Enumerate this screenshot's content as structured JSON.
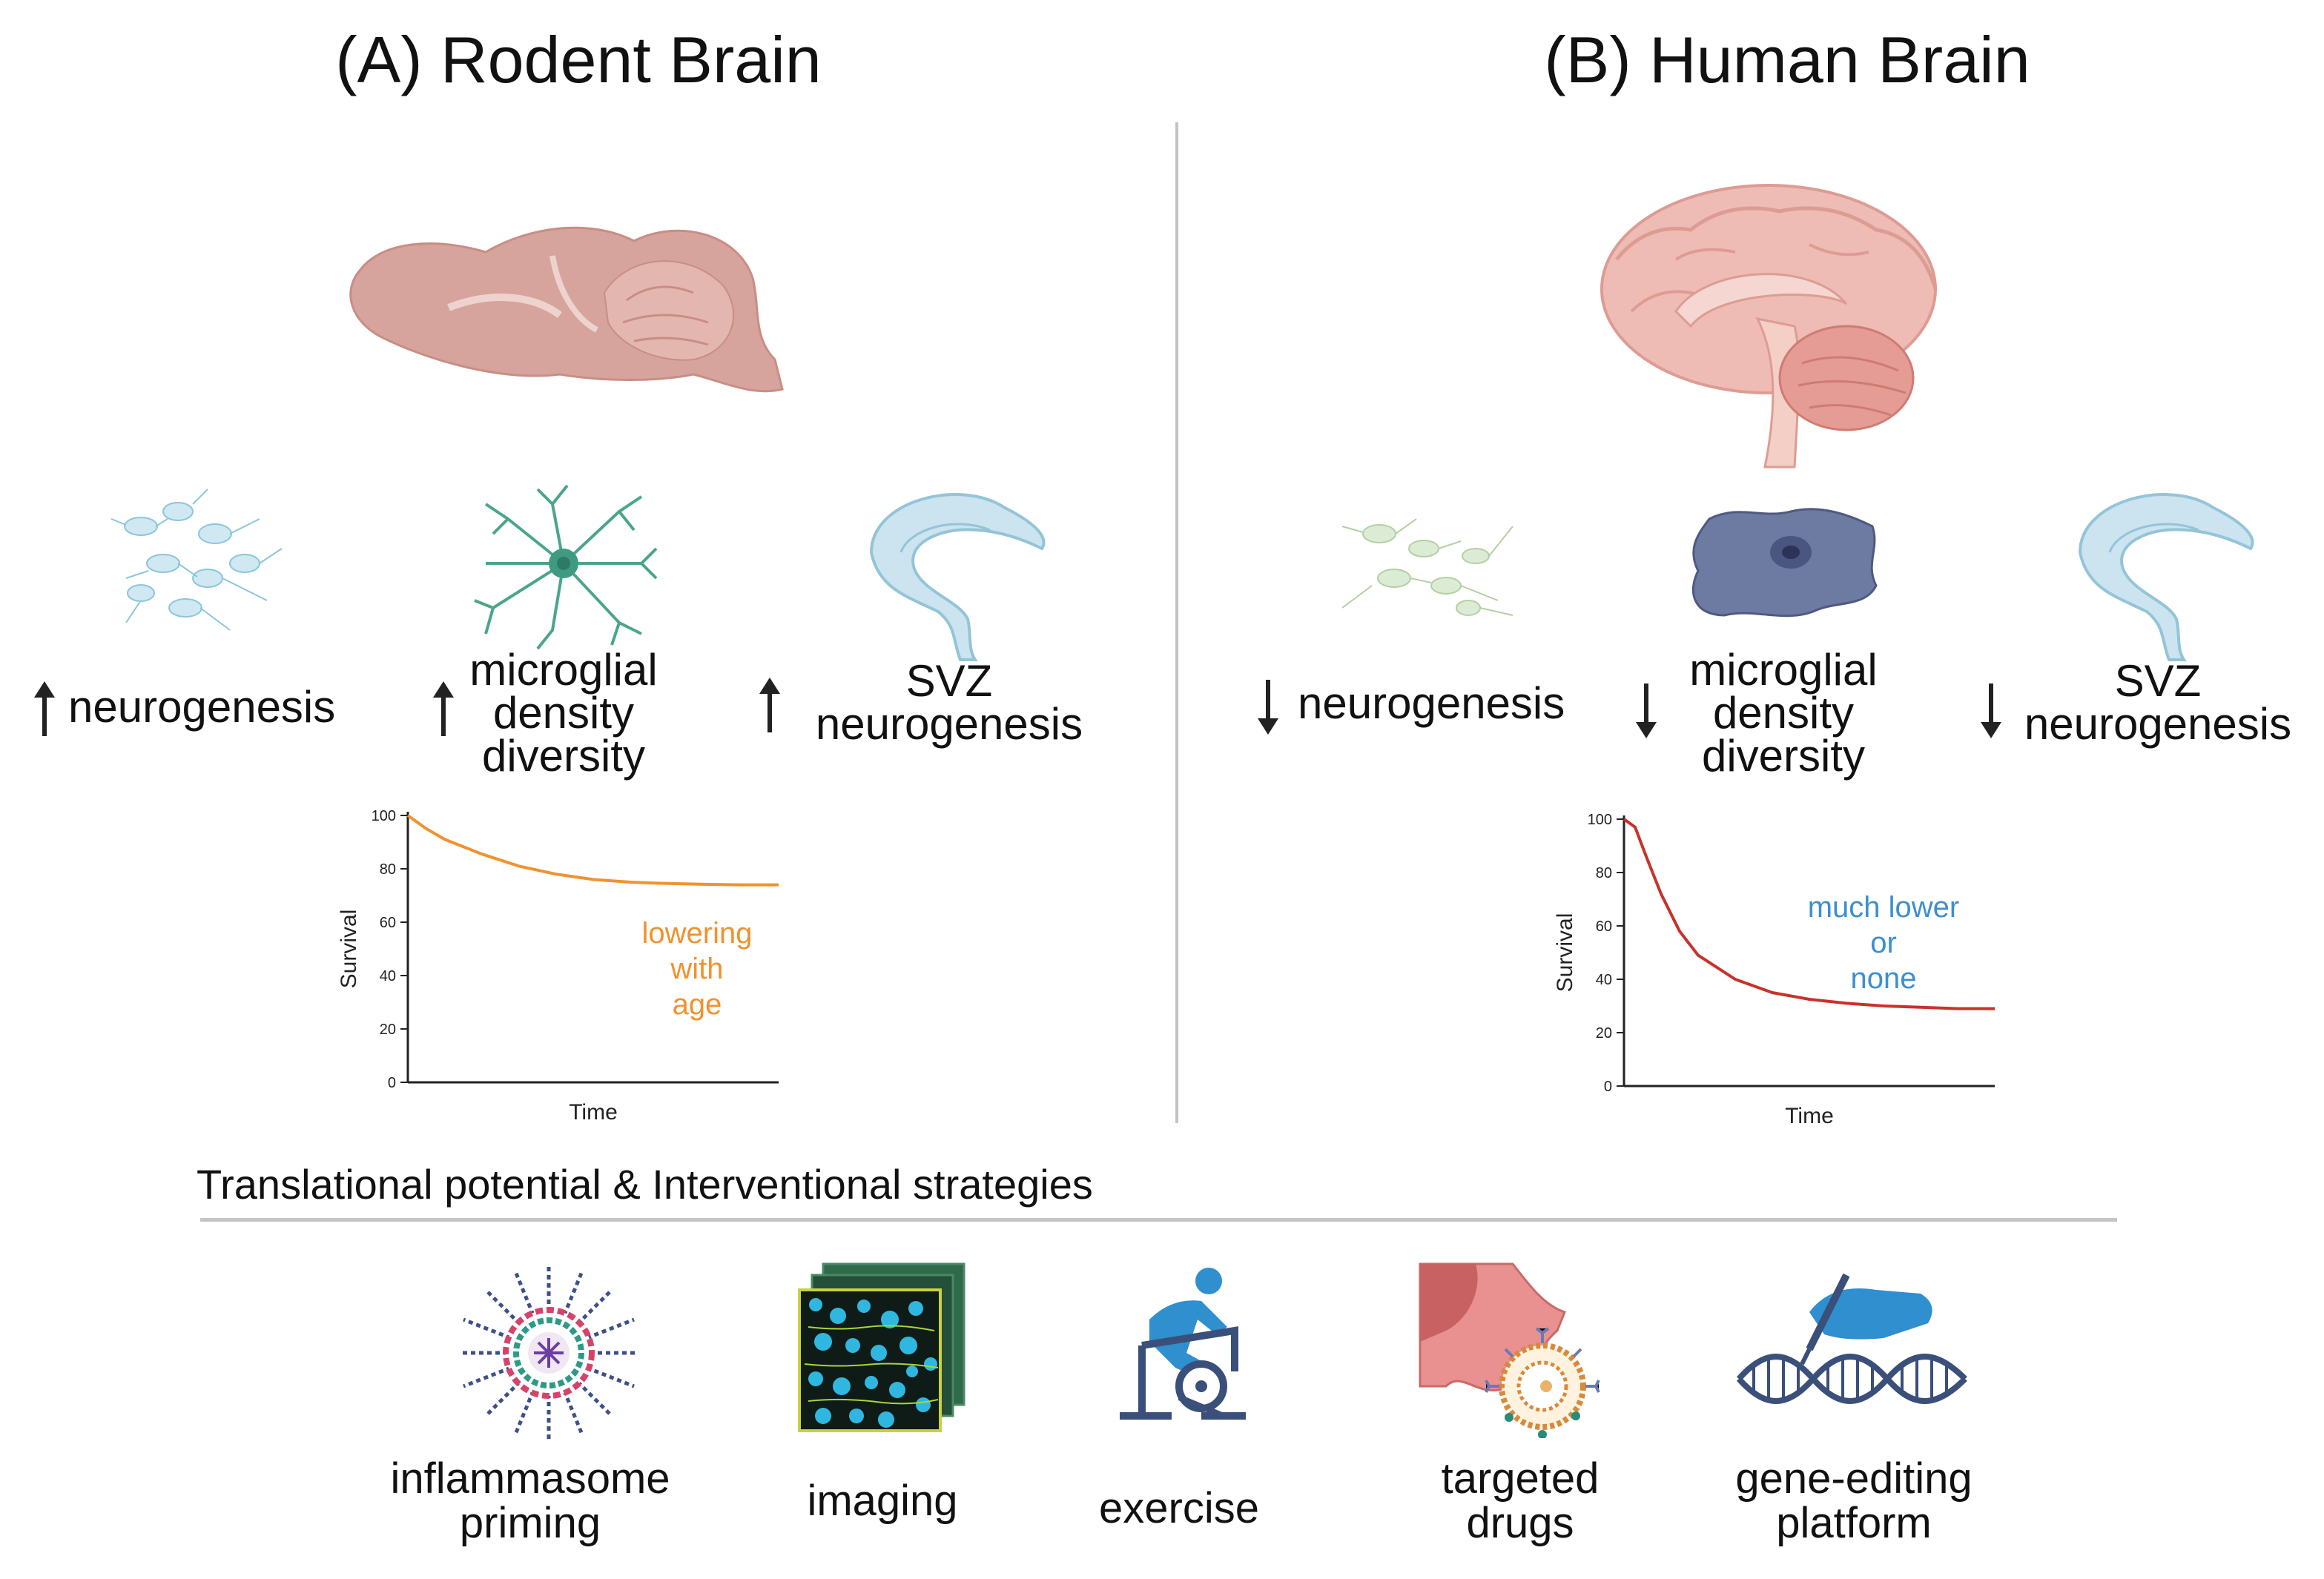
{
  "panel_a": {
    "title": "(A) Rodent Brain",
    "labels": {
      "neurogenesis": "neurogenesis",
      "microglial_1": "microglial",
      "microglial_2": "density",
      "microglial_3": "diversity",
      "svz_1": "SVZ",
      "svz_2": "neurogenesis"
    },
    "direction": "up",
    "chart_note": [
      "lowering",
      "with",
      "age"
    ],
    "chart_note_color": "#F0922E",
    "curve_color": "#F0922E"
  },
  "panel_b": {
    "title": "(B) Human Brain",
    "labels": {
      "neurogenesis": "neurogenesis",
      "microglial_1": "microglial",
      "microglial_2": "density",
      "microglial_3": "diversity",
      "svz_1": "SVZ",
      "svz_2": "neurogenesis"
    },
    "direction": "down",
    "chart_note": [
      "much lower",
      "or",
      "none"
    ],
    "chart_note_color": "#3C8FD0",
    "curve_color": "#C8322C"
  },
  "chart_data": [
    {
      "type": "line",
      "xlabel": "Time",
      "ylabel": "Survival",
      "yticks": [
        0,
        20,
        40,
        60,
        80,
        100
      ],
      "ylim": [
        0,
        100
      ],
      "x": [
        0,
        0.05,
        0.1,
        0.2,
        0.3,
        0.4,
        0.5,
        0.6,
        0.7,
        0.8,
        0.9,
        1.0
      ],
      "y": [
        100,
        95,
        91,
        85.5,
        81,
        78,
        76,
        75,
        74.5,
        74.2,
        74,
        74
      ]
    },
    {
      "type": "line",
      "xlabel": "Time",
      "ylabel": "Survival",
      "yticks": [
        0,
        20,
        40,
        60,
        80,
        100
      ],
      "ylim": [
        0,
        100
      ],
      "x": [
        0,
        0.03,
        0.06,
        0.1,
        0.15,
        0.2,
        0.3,
        0.4,
        0.5,
        0.6,
        0.7,
        0.8,
        0.9,
        1.0
      ],
      "y": [
        100,
        97,
        86,
        72,
        58,
        49,
        40,
        35,
        32.5,
        31,
        30,
        29.5,
        29,
        29
      ]
    }
  ],
  "bottom": {
    "header": "Translational potential & Interventional strategies",
    "items": [
      {
        "line1": "inflammasome",
        "line2": "priming"
      },
      {
        "line1": "imaging",
        "line2": ""
      },
      {
        "line1": "exercise",
        "line2": ""
      },
      {
        "line1": "targeted",
        "line2": "drugs"
      },
      {
        "line1": "gene-editing",
        "line2": "platform"
      }
    ]
  },
  "icons": [
    "rodent-brain-icon",
    "human-brain-icon",
    "neural-cells-icon",
    "microglia-icon",
    "svz-ventricle-icon",
    "inflammasome-icon",
    "imaging-stack-icon",
    "exercise-bike-icon",
    "targeted-drug-icon",
    "dna-editing-icon"
  ]
}
